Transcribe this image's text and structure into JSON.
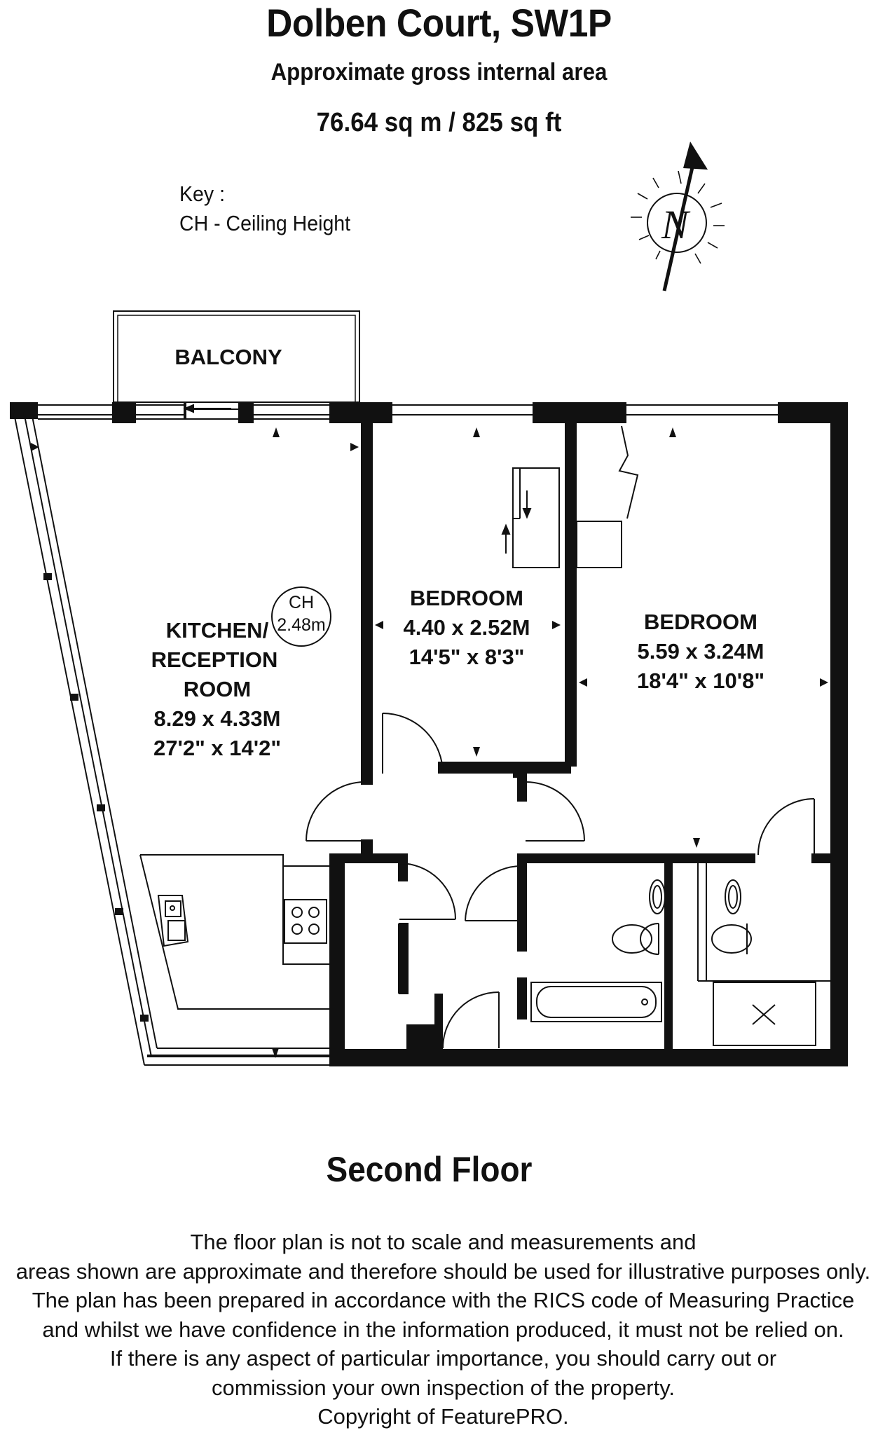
{
  "header": {
    "title": "Dolben Court, SW1P",
    "subtitle": "Approximate gross internal area",
    "area": "76.64 sq m /  825 sq ft"
  },
  "key": {
    "heading": "Key :",
    "entry": "CH - Ceiling Height"
  },
  "compass": {
    "letter": "N"
  },
  "rooms": {
    "balcony": {
      "name": "BALCONY"
    },
    "kitchen": {
      "name_line1": "KITCHEN/",
      "name_line2": "RECEPTION",
      "name_line3": "ROOM",
      "metric": "8.29 x 4.33M",
      "imperial": "27'2\" x 14'2\""
    },
    "bedroom1": {
      "name": "BEDROOM",
      "metric": "4.40 x 2.52M",
      "imperial": "14'5\" x 8'3\""
    },
    "bedroom2": {
      "name": "BEDROOM",
      "metric": "5.59 x 3.24M",
      "imperial": "18'4\" x 10'8\""
    }
  },
  "ceiling_height": {
    "label": "CH",
    "value": "2.48m"
  },
  "floor": {
    "name": "Second Floor"
  },
  "disclaimer": [
    "The floor plan is not to scale and measurements and",
    "areas shown are approximate and therefore should be used for illustrative purposes only.",
    "The plan has been prepared in accordance with the RICS code of Measuring Practice",
    "and whilst we have confidence in the information produced, it must not be relied on.",
    "If there is any aspect of particular importance, you should carry out or",
    "commission your own inspection of the property.",
    "Copyright of FeaturePRO."
  ]
}
